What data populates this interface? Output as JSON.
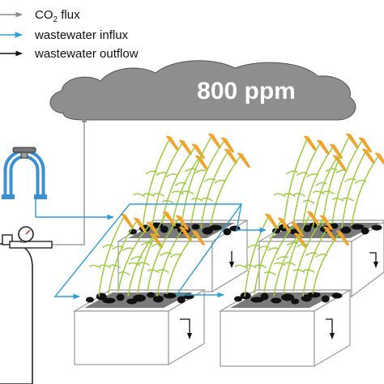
{
  "legend": {
    "co2_label_main": "CO",
    "co2_label_sub": "2",
    "co2_label_rest": " flux",
    "influx_label": "wastewater influx",
    "outflow_label": "wastewater outflow"
  },
  "cloud": {
    "concentration_label": "800 ppm"
  },
  "colors": {
    "co2_arrow": "#8c8c8c",
    "influx_arrow": "#2a9fd8",
    "outflow_arrow": "#111111",
    "cloud_fill": "#8e8e8e",
    "tap": "#3c8fd0",
    "panicle": "#f3a22a",
    "leaf": "#9ccc3c",
    "soil": "#777777",
    "stone": "#111111"
  },
  "icons": [
    "water-tap-icon",
    "gas-cylinder-icon",
    "pressure-gauge-icon",
    "rice-plant-icon"
  ]
}
